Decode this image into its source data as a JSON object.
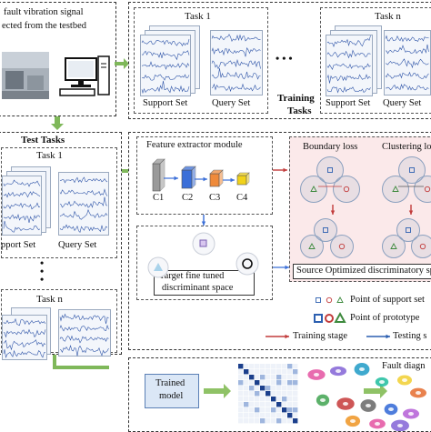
{
  "source": {
    "line1": "fault vibration signal",
    "line2": "ected from the testbed"
  },
  "tasks": {
    "task1": "Task 1",
    "taskn": "Task n",
    "support": "Support Set",
    "query": "Query Set",
    "training_line1": "Training",
    "training_line2": "Tasks",
    "ellipsis": "• • •"
  },
  "test": {
    "title": "Test Tasks",
    "task1": "Task 1",
    "taskn": "Task n",
    "support": "pport Set",
    "query": "Query Set"
  },
  "extractor": {
    "title": "Feature extractor module",
    "c1": "C1",
    "c2": "C2",
    "c3": "C3",
    "c4": "C4",
    "colors": {
      "c1": "#9a9a9a",
      "c2": "#3b6fd8",
      "c3": "#ef8a3a",
      "c4": "#f1d21a"
    }
  },
  "target": {
    "line1": "Target fine tuned",
    "line2": "discriminant space"
  },
  "losses": {
    "boundary": "Boundary loss",
    "clustering": "Clustering lo",
    "source": "Source Optimized discriminatory sp"
  },
  "legend": {
    "support": "Point of support set",
    "prototype": "Point of prototype",
    "training": "Training stage",
    "testing": "Testing s",
    "colors": {
      "blue": "#2c5fb0",
      "red": "#c23b3b",
      "green": "#3e8a3e"
    }
  },
  "bottom": {
    "trained_line1": "Trained",
    "trained_line2": "model",
    "diagnosis": "Fault diagn"
  }
}
